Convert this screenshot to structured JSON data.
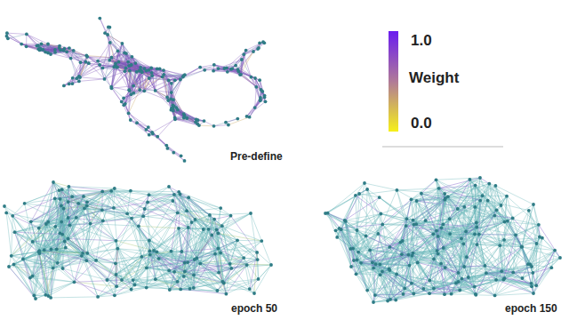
{
  "diagram": {
    "labels": [
      "1.0",
      "Weight",
      "0.0",
      "Pre-define",
      "epoch 50",
      "epoch 150"
    ]
  }
}
